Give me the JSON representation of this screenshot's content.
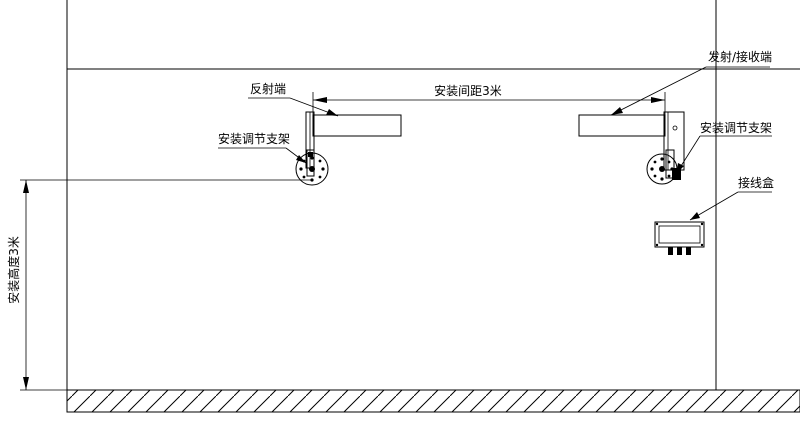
{
  "labels": {
    "reflect_end": "反射端",
    "emit_receive_end": "发射/接收端",
    "spacing": "安装间距3米",
    "bracket_left": "安装调节支架",
    "bracket_right": "安装调节支架",
    "junction_box": "接线盒",
    "height": "安装高度3米"
  }
}
